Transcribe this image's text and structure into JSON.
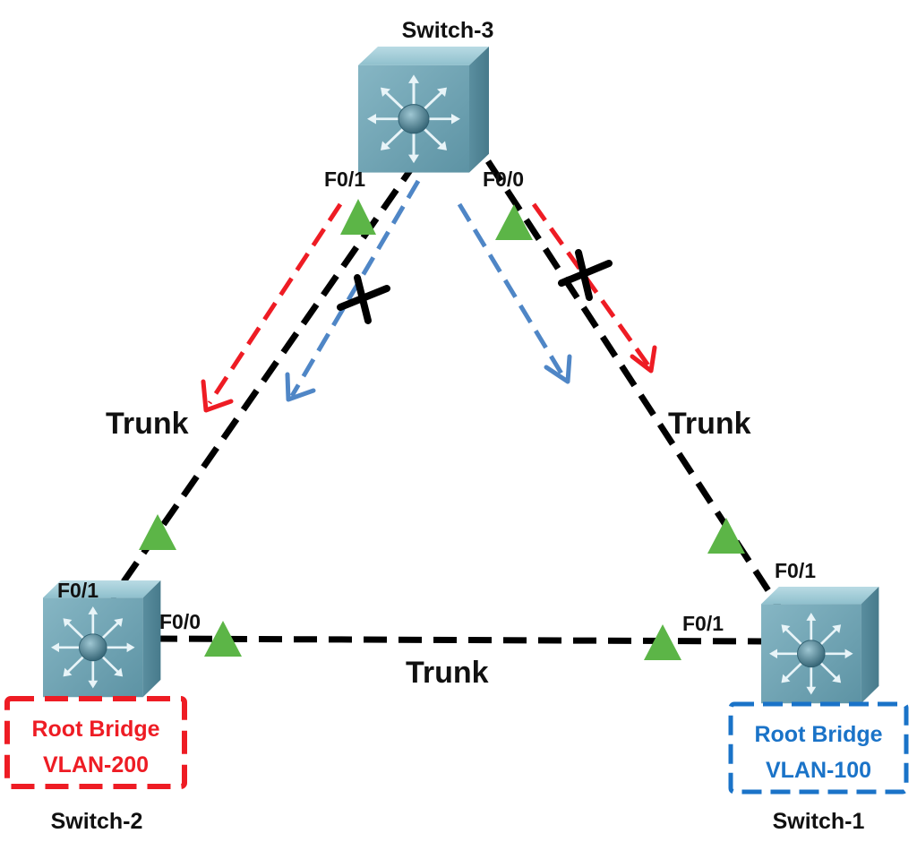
{
  "switches": {
    "switch3": {
      "name": "Switch-3",
      "ports": {
        "a": "F0/1",
        "b": "F0/0"
      }
    },
    "switch2": {
      "name": "Switch-2",
      "ports": {
        "a": "F0/1",
        "b": "F0/0"
      }
    },
    "switch1": {
      "name": "Switch-1",
      "ports": {
        "a": "F0/1",
        "b": "F0/1"
      }
    }
  },
  "links": {
    "left": "Trunk",
    "right": "Trunk",
    "bottom": "Trunk"
  },
  "root_bridges": {
    "red": {
      "line1": "Root Bridge",
      "line2": "VLAN-200",
      "color": "#ee1c24"
    },
    "blue": {
      "line1": "Root Bridge",
      "line2": "VLAN-100",
      "color": "#1a73c8"
    }
  },
  "colors": {
    "link": "#000000",
    "port_indicator": "#5cb547",
    "switch_body": "#6fa3b3",
    "vlan_200_arrow": "#ee1c24",
    "vlan_100_arrow": "#4f86c6",
    "blocked_mark": "#000000"
  },
  "icons": {
    "switch": "multilayer-switch-icon",
    "port_state": "green-triangle-icon",
    "blocked": "x-mark-icon"
  }
}
